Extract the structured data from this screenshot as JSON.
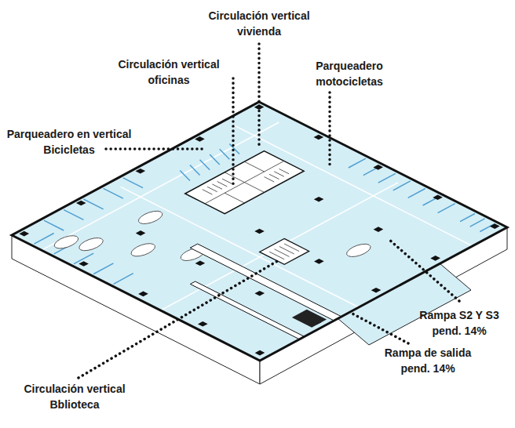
{
  "diagram": {
    "labels": [
      "Circulación vertical vivienda",
      "Circulación vertical oficinas",
      "Parqueadero motocicletas",
      "Parqueadero en vertical Bicicletas",
      "Rampa S2 Y S3 pend. 14%",
      "Rampa de salida pend. 14%",
      "Circulación vertical Bblioteca"
    ]
  }
}
